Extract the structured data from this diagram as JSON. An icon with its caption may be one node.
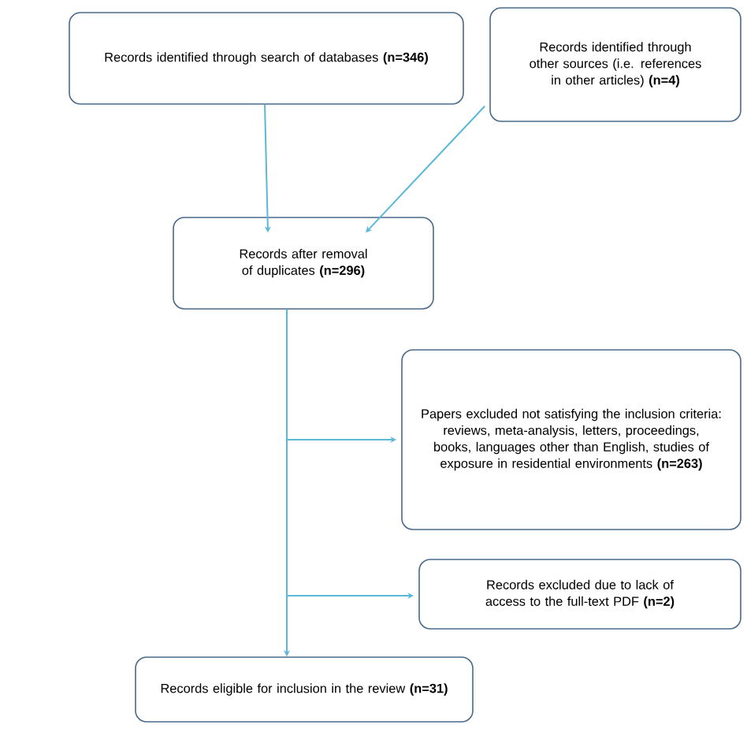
{
  "diagram": {
    "nodes": [
      {
        "text": [
          "Records identified through search of databases **(n=346)**"
        ]
      },
      {
        "text": [
          "Records identified through other sources (i.e. references in other articles) **(n=4)**"
        ]
      },
      {
        "text": [
          "Records after removal of duplicates **(n=296)**"
        ]
      },
      {
        "text": [
          "Papers excluded not satisfying the inclusion criteria: reviews, meta-analysis, letters, proceedings, books, languages other than English, studies of exposure in residential environments **(n=263)**"
        ]
      },
      {
        "text": [
          "Records excluded due to lack of access to the full-text PDF **(n=2)**"
        ]
      },
      {
        "text": [
          "Records eligible for inclusion in the review **(n=31)**"
        ]
      }
    ],
    "edges": [
      {
        "from": 0,
        "to": 2,
        "arrow": "to"
      },
      {
        "from": 1,
        "to": 2,
        "arrow": "to"
      },
      {
        "from": 2,
        "to": 3,
        "arrow": "to"
      },
      {
        "from": 2,
        "to": 4,
        "arrow": "to"
      },
      {
        "from": 2,
        "to": 5,
        "arrow": "to"
      }
    ]
  }
}
